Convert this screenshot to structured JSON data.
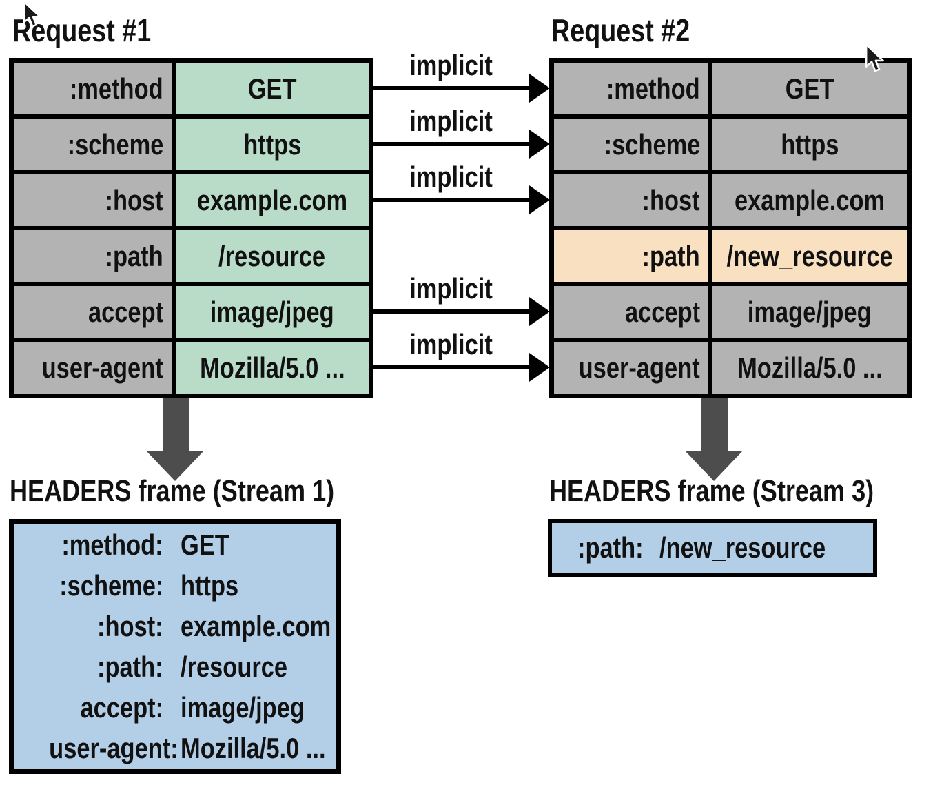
{
  "request1": {
    "title": "Request #1",
    "rows": [
      {
        "name": ":method",
        "value": "GET"
      },
      {
        "name": ":scheme",
        "value": "https"
      },
      {
        "name": ":host",
        "value": "example.com"
      },
      {
        "name": ":path",
        "value": "/resource"
      },
      {
        "name": "accept",
        "value": "image/jpeg"
      },
      {
        "name": "user-agent",
        "value": "Mozilla/5.0 ..."
      }
    ]
  },
  "request2": {
    "title": "Request #2",
    "rows": [
      {
        "name": ":method",
        "value": "GET",
        "highlighted": false
      },
      {
        "name": ":scheme",
        "value": "https",
        "highlighted": false
      },
      {
        "name": ":host",
        "value": "example.com",
        "highlighted": false
      },
      {
        "name": ":path",
        "value": "/new_resource",
        "highlighted": true
      },
      {
        "name": "accept",
        "value": "image/jpeg",
        "highlighted": false
      },
      {
        "name": "user-agent",
        "value": "Mozilla/5.0 ...",
        "highlighted": false
      }
    ]
  },
  "arrows": {
    "label": "implicit",
    "mapped_rows": [
      ":method",
      ":scheme",
      ":host",
      "accept",
      "user-agent"
    ]
  },
  "frames": {
    "stream1": {
      "title": "HEADERS frame (Stream 1)",
      "entries": [
        {
          "key": ":method:",
          "value": "GET"
        },
        {
          "key": ":scheme:",
          "value": "https"
        },
        {
          "key": ":host:",
          "value": "example.com"
        },
        {
          "key": ":path:",
          "value": "/resource"
        },
        {
          "key": "accept:",
          "value": "image/jpeg"
        },
        {
          "key": "user-agent:",
          "value": "Mozilla/5.0 ..."
        }
      ]
    },
    "stream3": {
      "title": "HEADERS frame (Stream 3)",
      "entries": [
        {
          "key": ":path:",
          "value": "/new_resource"
        }
      ]
    }
  },
  "colors": {
    "header_name_bg": "#b3b3b3",
    "request1_value_bg": "#b9dcc9",
    "changed_value_bg": "#f8e0c0",
    "frame_bg": "#b3cfe8",
    "flow_arrow": "#4d4d4d",
    "border": "#000000"
  }
}
